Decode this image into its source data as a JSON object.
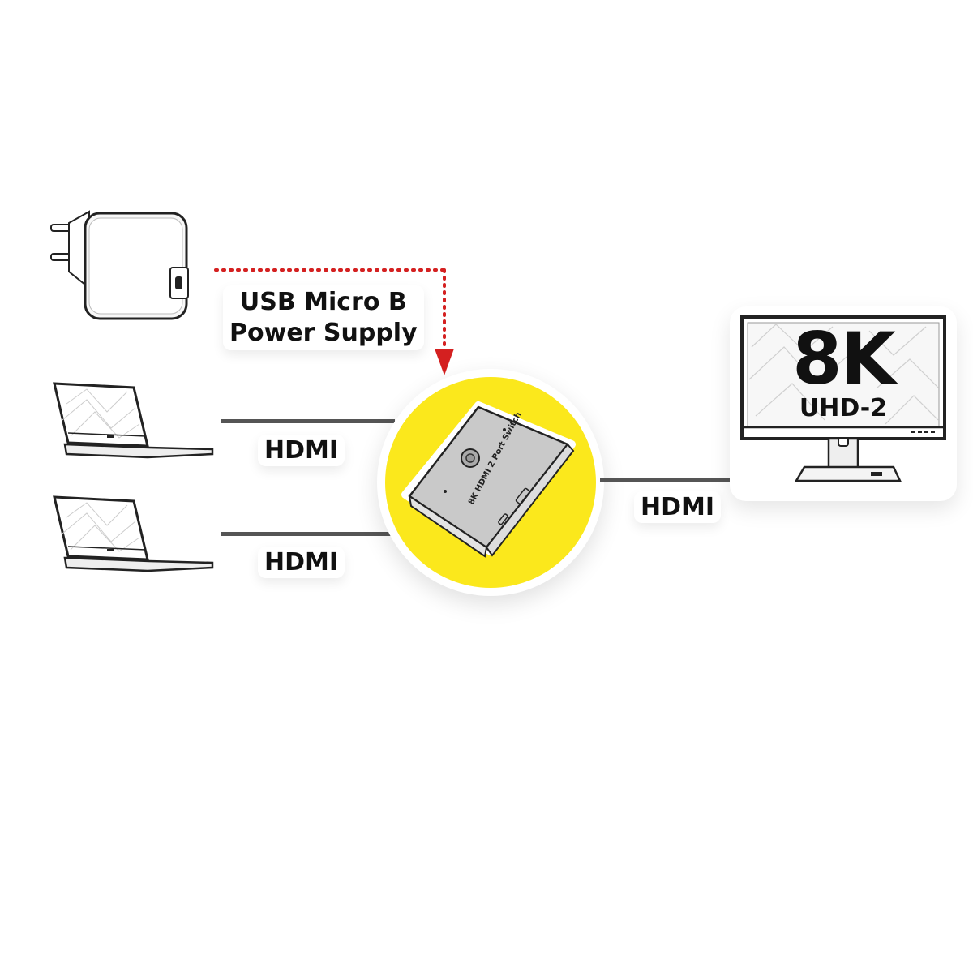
{
  "diagram": {
    "power_supply": {
      "label_line1": "USB Micro B",
      "label_line2": "Power Supply",
      "connector_color": "#d42020"
    },
    "sources": [
      {
        "device": "laptop",
        "cable_label": "HDMI"
      },
      {
        "device": "laptop",
        "cable_label": "HDMI"
      }
    ],
    "switch": {
      "device_text": "8K HDMI 2 Port Switch",
      "highlight_color": "#fbe81c"
    },
    "output": {
      "cable_label": "HDMI",
      "display_big": "8K",
      "display_small": "UHD-2"
    },
    "line_color": "#555555"
  }
}
